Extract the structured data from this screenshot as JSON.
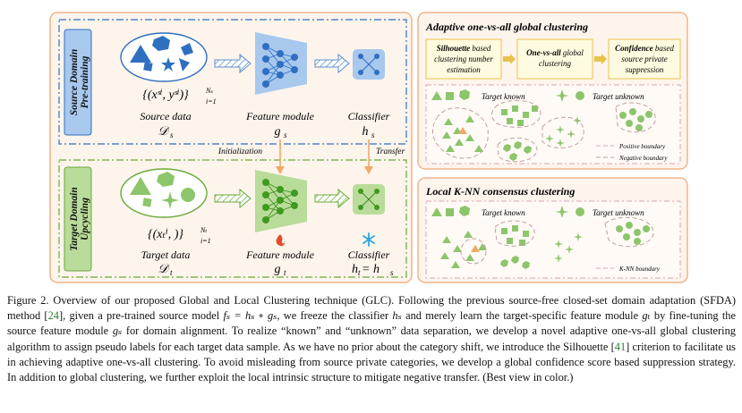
{
  "left_panel": {
    "source_label_line1": "Source Domain",
    "source_label_line2": "Pre-training",
    "target_label_line1": "Target Domain",
    "target_label_line2": "Upcycling",
    "source_set": "{(xˢⁱ, yˢⁱ)}",
    "source_set_sup": "Nₛ",
    "source_set_sub": "i=1",
    "target_set": "{(xₜⁱ, )}",
    "target_set_sup": "Nₜ",
    "target_set_sub": "i=1",
    "source_data_label": "Source data",
    "source_data_symbol": "𝒟",
    "source_data_symbol_sub": "s",
    "target_data_label": "Target data",
    "target_data_symbol": "𝒟",
    "target_data_symbol_sub": "t",
    "feature_module_label": "Feature module",
    "classifier_label": "Classifier",
    "gs": "g",
    "gs_sub": "s",
    "hs": "h",
    "hs_sub": "s",
    "gt": "g",
    "gt_sub": "t",
    "ht_eq": "h",
    "ht_eq_sub": "t",
    "ht_eq_rest": " = h",
    "ht_eq_rest_sub": "s",
    "initialization_label": "Initialization",
    "transfer_label": "Transfer"
  },
  "global_panel": {
    "title": "Adaptive one-vs-all global clustering",
    "box1_bold": "Silhouette",
    "box1_rest_line1": " based",
    "box1_line2": "clustering number",
    "box1_line3": "estimation",
    "box2_bold": "One-vs-all",
    "box2_rest_line1": " global",
    "box2_line2": "clustering",
    "box3_bold": "Confidence",
    "box3_rest_line1": " based",
    "box3_line2": "source private",
    "box3_line3": "suppression",
    "legend_known": "Target known",
    "legend_unknown": "Target unknown",
    "legend_positive": "Positive boundary",
    "legend_negative": "Negative boundary"
  },
  "local_panel": {
    "title": "Local K-NN consensus clustering",
    "legend_known": "Target known",
    "legend_unknown": "Target unknown",
    "legend_knn": "K-NN boundary"
  },
  "caption": {
    "p1": "Figure 2. Overview of our proposed Global and Local Clustering technique (GLC). Following the previous source-free closed-set domain adaptation (SFDA) method [",
    "ref1": "24",
    "p2": "], given a pre-trained source model ",
    "eq1": "fₛ = hₛ ∘ gₛ",
    "p3": ", we freeze the classifier ",
    "eq2": "hₛ",
    "p4": " and merely learn the target-specific feature module ",
    "eq3": "gₜ",
    "p5": " by fine-tuning the source feature module ",
    "eq4": "gₛ",
    "p6": " for domain alignment. To realize “known” and “unknown” data separation, we develop a novel adaptive one-vs-all global clustering algorithm to assign pseudo labels for each target data sample. As we have no prior about the category shift, we introduce the Silhouette [",
    "ref2": "41",
    "p7": "] criterion to facilitate us in achieving adaptive one-vs-all clustering. To avoid misleading from source private categories, we develop a global confidence score based suppression strategy. In addition to global clustering, we further exploit the local intrinsic structure to mitigate negative transfer. (Best view in color.)"
  },
  "colors": {
    "outer_border": "#f0b48a",
    "outer_fill": "#fdf4ec",
    "source_blue": "#2f6fc0",
    "source_blue_light": "#a8c8ee",
    "target_green": "#6aaa3a",
    "target_green_light": "#b9dc9a",
    "arrow_orange": "#f0a868",
    "box_yellow": "#fffbe0",
    "box_yellow_border": "#e8c24a"
  }
}
